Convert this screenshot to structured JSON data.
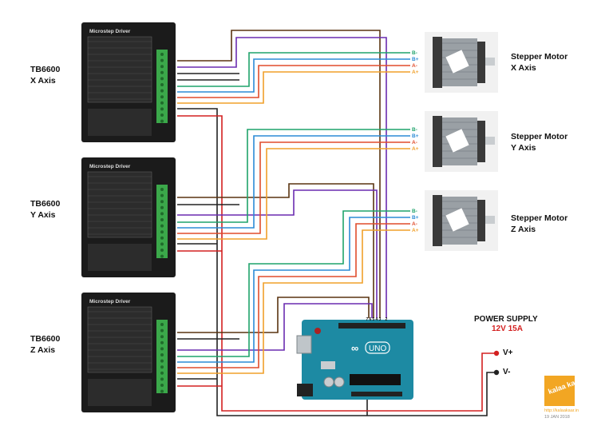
{
  "drivers": [
    {
      "name": "TB6600",
      "axis": "X Axis"
    },
    {
      "name": "TB6600",
      "axis": "Y Axis"
    },
    {
      "name": "TB6600",
      "axis": "Z Axis"
    }
  ],
  "driver_panel": {
    "brand": "Microstep Driver"
  },
  "motors": [
    {
      "name": "Stepper Motor",
      "axis": "X Axis"
    },
    {
      "name": "Stepper Motor",
      "axis": "Y Axis"
    },
    {
      "name": "Stepper Motor",
      "axis": "Z Axis"
    }
  ],
  "motor_wires": [
    "B-",
    "B+",
    "A-",
    "A+"
  ],
  "arduino": {
    "label": "UNO",
    "pins": [
      "7",
      "6",
      "5",
      "4",
      "3",
      "2"
    ]
  },
  "power_supply": {
    "title": "POWER SUPPLY",
    "rating": "12V 15A",
    "positive": "V+",
    "negative": "V-"
  },
  "branding": {
    "logo_text": "kalaa kaar",
    "url": "http://kalaakaar.in",
    "date": "19 JAN 2018"
  },
  "colors": {
    "power": "#d32020",
    "ground": "#222222",
    "wire_brown": "#5a3410",
    "wire_purple": "#6a2cb0",
    "wire_green": "#1fa36b",
    "wire_blue": "#2b8bd6",
    "wire_red": "#e04c2c",
    "wire_orange": "#f0a02a",
    "arduino": "#1d8aa3",
    "logo": "#f2a623"
  }
}
